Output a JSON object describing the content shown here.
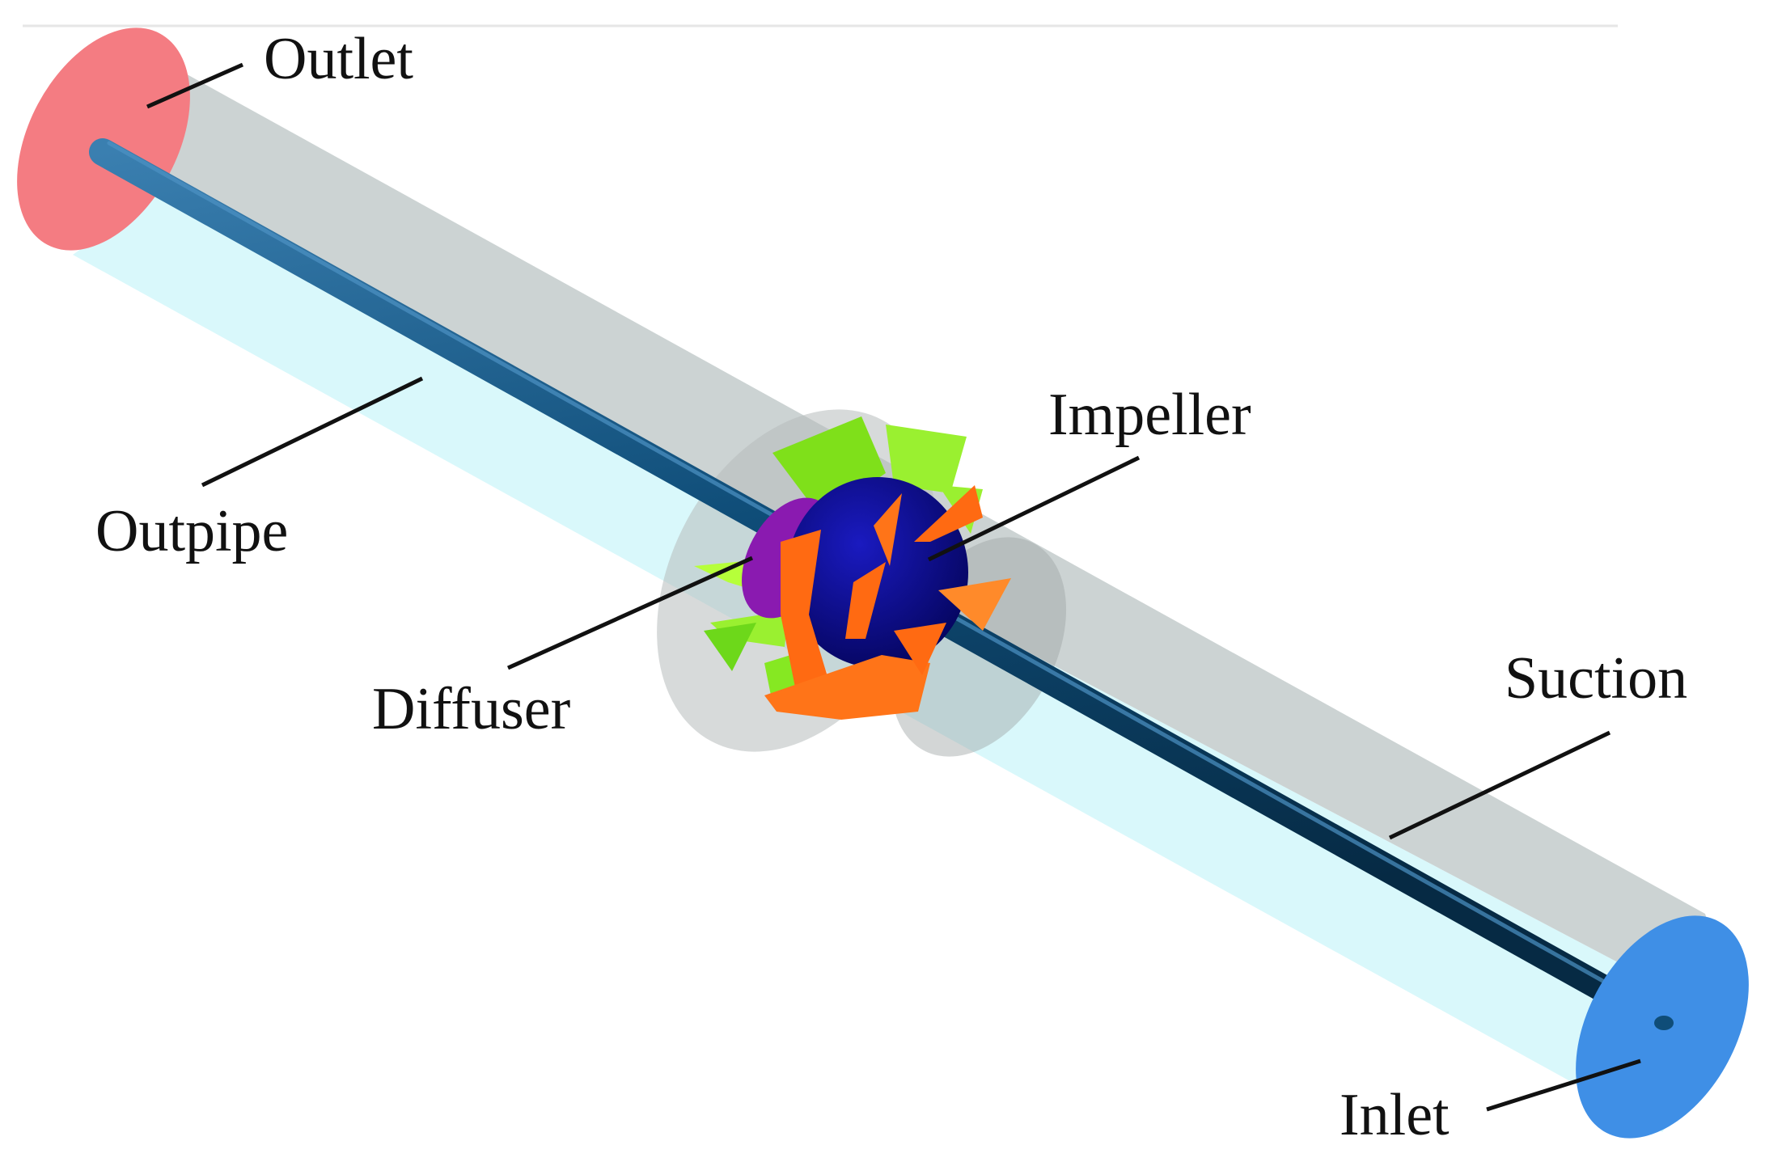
{
  "labels": {
    "outlet": "Outlet",
    "outpipe": "Outpipe",
    "impeller": "Impeller",
    "diffuser": "Diffuser",
    "suction": "Suction",
    "inlet": "Inlet"
  },
  "colors": {
    "outlet_face": "#f47c82",
    "inlet_face": "#3f8fe6",
    "pipe_upper": "#c5cdcd",
    "pipe_lower": "#d9f8fb",
    "shaft": "#0f4d78",
    "impeller_hub": "#0a0a8c",
    "impeller_blades": "#ff6a12",
    "diffuser_vanes": "#7fe01a",
    "diffuser_hub": "#8a1ab0",
    "leader_lines": "#111111"
  }
}
